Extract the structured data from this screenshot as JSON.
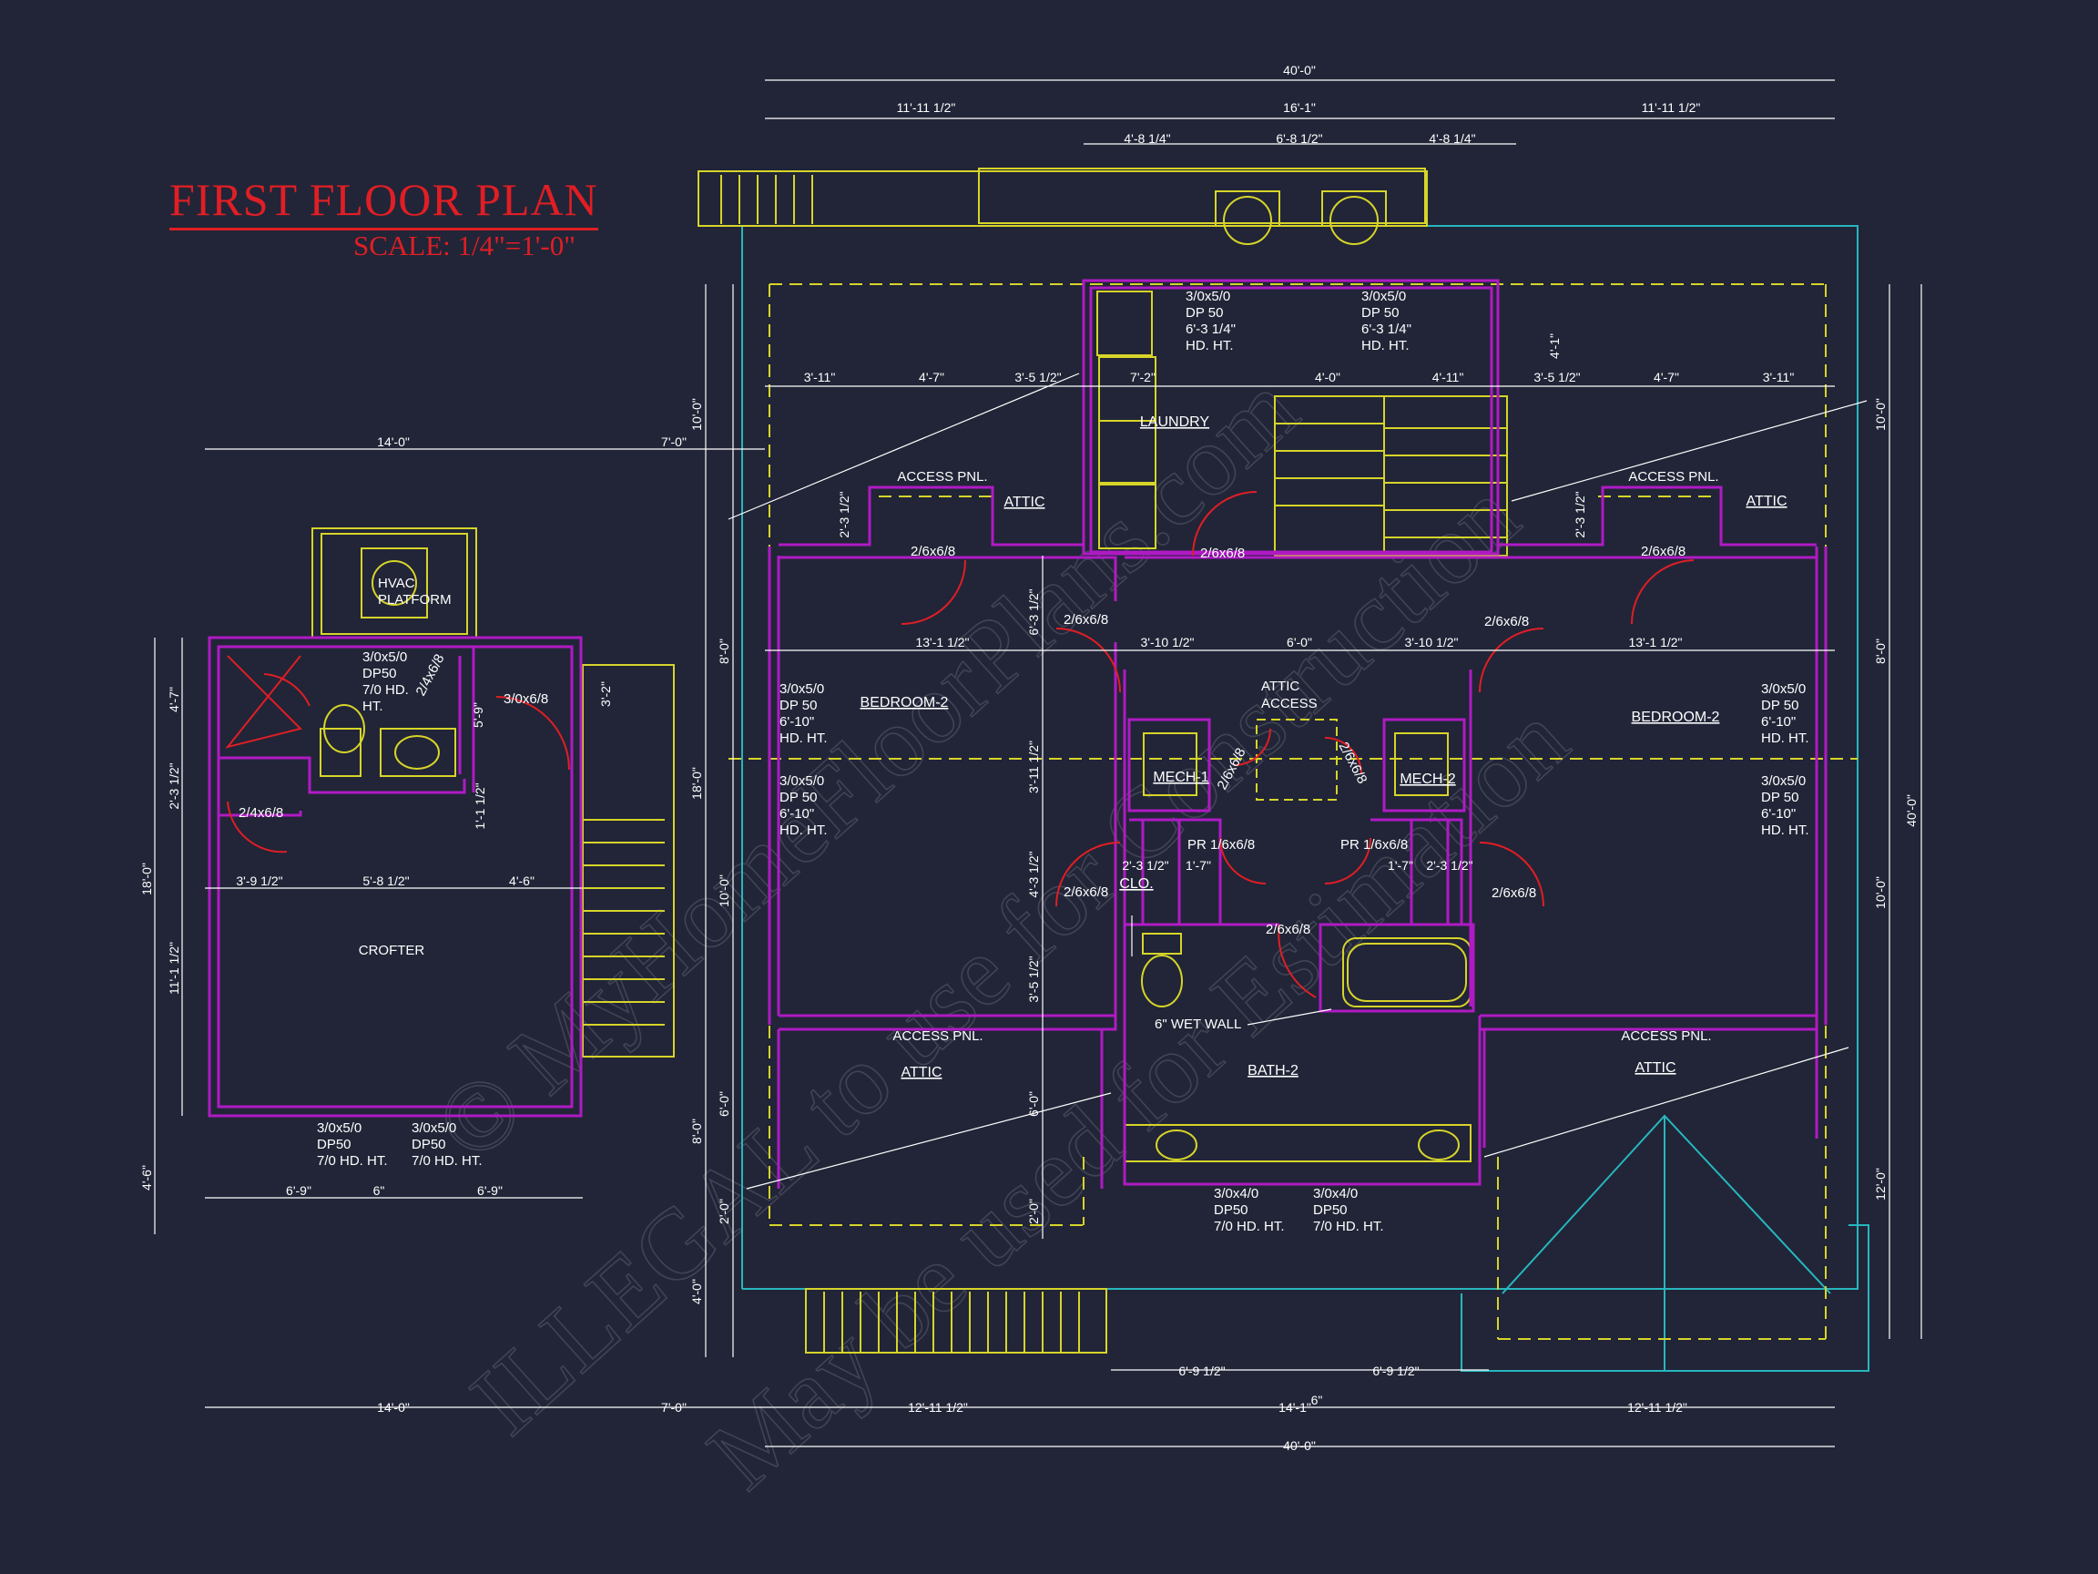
{
  "header": {
    "title": "FIRST FLOOR PLAN",
    "scale": "SCALE: 1/4\"=1'-0\""
  },
  "colors": {
    "background": "#212537",
    "walls": "#b01ac4",
    "fixtures": "#d7d42a",
    "dimensions": "#ffffff",
    "outline": "#27b6be",
    "title": "#e01e25",
    "door_swing": "#e01e25"
  },
  "watermark": {
    "line1": "© MyHomeFloorPlans.com",
    "line2": "ILLEGAL to use for Construction",
    "line3": "May be used for Estimation"
  },
  "rooms": [
    {
      "key": "laundry",
      "name": "LAUNDRY"
    },
    {
      "key": "attic_nw",
      "name": "ATTIC"
    },
    {
      "key": "attic_ne",
      "name": "ATTIC"
    },
    {
      "key": "bedroom_w",
      "name": "BEDROOM-2"
    },
    {
      "key": "bedroom_e",
      "name": "BEDROOM-2"
    },
    {
      "key": "mech1",
      "name": "MECH-1"
    },
    {
      "key": "mech2",
      "name": "MECH-2"
    },
    {
      "key": "clo",
      "name": "CLO."
    },
    {
      "key": "attic_sw",
      "name": "ATTIC"
    },
    {
      "key": "attic_se",
      "name": "ATTIC"
    },
    {
      "key": "bath2",
      "name": "BATH-2"
    },
    {
      "key": "crofter",
      "name": "CROFTER"
    }
  ],
  "labels": {
    "access_nw": "ACCESS PNL.",
    "access_ne": "ACCESS PNL.",
    "access_sw": "ACCESS PNL.",
    "access_se": "ACCESS PNL.",
    "attic_access": [
      "ATTIC",
      "ACCESS"
    ],
    "hvac": [
      "HVAC",
      "PLATFORM"
    ],
    "wet_wall": "6\" WET WALL",
    "door_laundry": "2/6x6/8",
    "door_nw": "2/6x6/8",
    "door_ne": "2/6x6/8",
    "door_bed_w": "2/6x6/8",
    "door_bed_e": "2/6x6/8",
    "door_low_w": "2/6x6/8",
    "door_low_e": "2/6x6/8",
    "door_bath": "2/6x6/8",
    "door_mech1": "2/6x6/8",
    "door_mech2": "2/6x6/8",
    "pr_w": "PR 1/6x6/8",
    "pr_e": "PR 1/6x6/8",
    "door_croft_bath": "2/4x6/8",
    "door_croft_side": "2/4x6/8",
    "door_croft_ext": "3/0x6/8"
  },
  "windows": [
    {
      "key": "w_top1",
      "lines": [
        "3/0x5/0",
        "DP 50",
        "6'-3 1/4\"",
        "HD. HT."
      ]
    },
    {
      "key": "w_top2",
      "lines": [
        "3/0x5/0",
        "DP 50",
        "6'-3 1/4\"",
        "HD. HT."
      ]
    },
    {
      "key": "w_bw1",
      "lines": [
        "3/0x5/0",
        "DP 50",
        "6'-10\"",
        "HD. HT."
      ]
    },
    {
      "key": "w_bw2",
      "lines": [
        "3/0x5/0",
        "DP 50",
        "6'-10\"",
        "HD. HT."
      ]
    },
    {
      "key": "w_be1",
      "lines": [
        "3/0x5/0",
        "DP 50",
        "6'-10\"",
        "HD. HT."
      ]
    },
    {
      "key": "w_be2",
      "lines": [
        "3/0x5/0",
        "DP 50",
        "6'-10\"",
        "HD. HT."
      ]
    },
    {
      "key": "w_bath1",
      "lines": [
        "3/0x4/0",
        "DP50",
        "7/0 HD. HT."
      ]
    },
    {
      "key": "w_bath2",
      "lines": [
        "3/0x4/0",
        "DP50",
        "7/0 HD. HT."
      ]
    },
    {
      "key": "w_cb",
      "lines": [
        "3/0x5/0",
        "DP50",
        "7/0 HD.",
        "HT."
      ]
    },
    {
      "key": "w_c1",
      "lines": [
        "3/0x5/0",
        "DP50",
        "7/0 HD. HT."
      ]
    },
    {
      "key": "w_c2",
      "lines": [
        "3/0x5/0",
        "DP50",
        "7/0 HD. HT."
      ]
    }
  ],
  "dimensions": {
    "top_total": "40'-0\"",
    "top_a": "11'-11 1/2\"",
    "top_b": "16'-1\"",
    "top_c": "11'-11 1/2\"",
    "top_d1": "4'-8 1/4\"",
    "top_d2": "6'-8 1/2\"",
    "top_d3": "4'-8 1/4\"",
    "r1_a": "3'-11\"",
    "r1_b": "4'-7\"",
    "r1_c": "3'-5 1/2\"",
    "r1_d": "7'-2\"",
    "r1_e": "4'-0\"",
    "r1_f": "4'-11\"",
    "r1_g": "3'-5 1/2\"",
    "r1_h": "4'-7\"",
    "r1_i": "3'-11\"",
    "r2_a": "13'-1 1/2\"",
    "r2_b": "3'-10 1/2\"",
    "r2_c": "6'-0\"",
    "r2_d": "3'-10 1/2\"",
    "r2_e": "13'-1 1/2\"",
    "v_231_l": "2'-3 1/2\"",
    "v_231_r": "2'-3 1/2\"",
    "v_41": "4'-1\"",
    "v_631": "6'-3 1/2\"",
    "v_3111": "3'-11 1/2\"",
    "v_431": "4'-3 1/2\"",
    "v_351": "3'-5 1/2\"",
    "v_60": "6'-0\"",
    "v_20": "2'-0\"",
    "clo_a": "2'-3 1/2\"",
    "clo_b": "1'-7\"",
    "clo_c": "1'-7\"",
    "clo_d": "2'-3 1/2\"",
    "left_10": "10'-0\"",
    "left_8": "8'-0\"",
    "left_18": "18'-0\"",
    "left_10b": "10'-0\"",
    "left_6": "6'-0\"",
    "left_8b": "8'-0\"",
    "left_2": "2'-0\"",
    "left_4": "4'-0\"",
    "right_10": "10'-0\"",
    "right_8": "8'-0\"",
    "right_10b": "10'-0\"",
    "right_12": "12'-0\"",
    "right_40": "40'-0\"",
    "bot_691": "6'-9 1/2\"",
    "bot_6": "6\"",
    "bot_692": "6'-9 1/2\"",
    "bot_a": "14'-0\"",
    "bot_b": "7'-0\"",
    "bot_c": "12'-11 1/2\"",
    "bot_d": "14'-1\"",
    "bot_e": "12'-11 1/2\"",
    "bot_total": "40'-0\"",
    "c_top": "14'-0\"",
    "c_top2": "7'-0\"",
    "c_h47": "4'-7\"",
    "c_h23": "2'-3 1/2\"",
    "c_h18": "18'-0\"",
    "c_h111": "11'-1 1/2\"",
    "c_h46": "4'-6\"",
    "c_59": "5'-9\"",
    "c_32": "3'-2\"",
    "c_111": "1'-1 1/2\"",
    "c_391": "3'-9 1/2\"",
    "c_581": "5'-8 1/2\"",
    "c_46": "4'-6\"",
    "c_69a": "6'-9\"",
    "c_6": "6\"",
    "c_69b": "6'-9\""
  }
}
